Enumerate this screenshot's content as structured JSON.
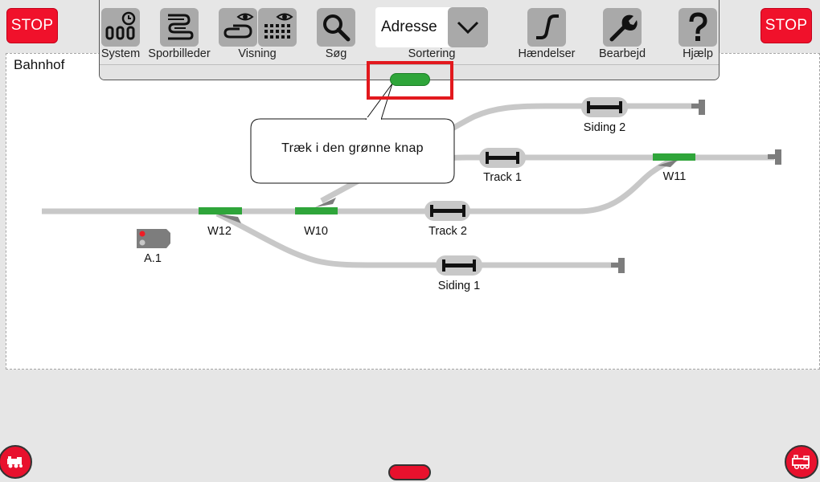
{
  "stop": {
    "left_label": "STOP",
    "right_label": "STOP"
  },
  "panel": {
    "title": "Bahnhof"
  },
  "toolbar": {
    "system": "System",
    "sporbilleder": "Sporbilleder",
    "visning": "Visning",
    "sog": "Søg",
    "sortering": "Sortering",
    "sort_value": "Adresse",
    "haendelser": "Hændelser",
    "bearbejd": "Bearbejd",
    "hjaelp": "Hjælp"
  },
  "tracks": {
    "siding2": "Siding 2",
    "track1": "Track 1",
    "w11": "W11",
    "w12": "W12",
    "w10": "W10",
    "track2": "Track 2",
    "siding1": "Siding 1",
    "signal": "A.1"
  },
  "tooltip": {
    "text": "Træk i den grønne knap"
  },
  "colors": {
    "stop": "#f0112b",
    "switch_green": "#2fa53a",
    "track_grey": "#c8c8c8",
    "highlight": "#e2191e"
  },
  "icons": [
    "clock-grid-icon",
    "track-layout-icon",
    "eye-track-icon",
    "eye-dots-icon",
    "magnifier-icon",
    "chevron-down-icon",
    "step-curve-icon",
    "wrench-icon",
    "question-icon",
    "locomotive-icon"
  ]
}
